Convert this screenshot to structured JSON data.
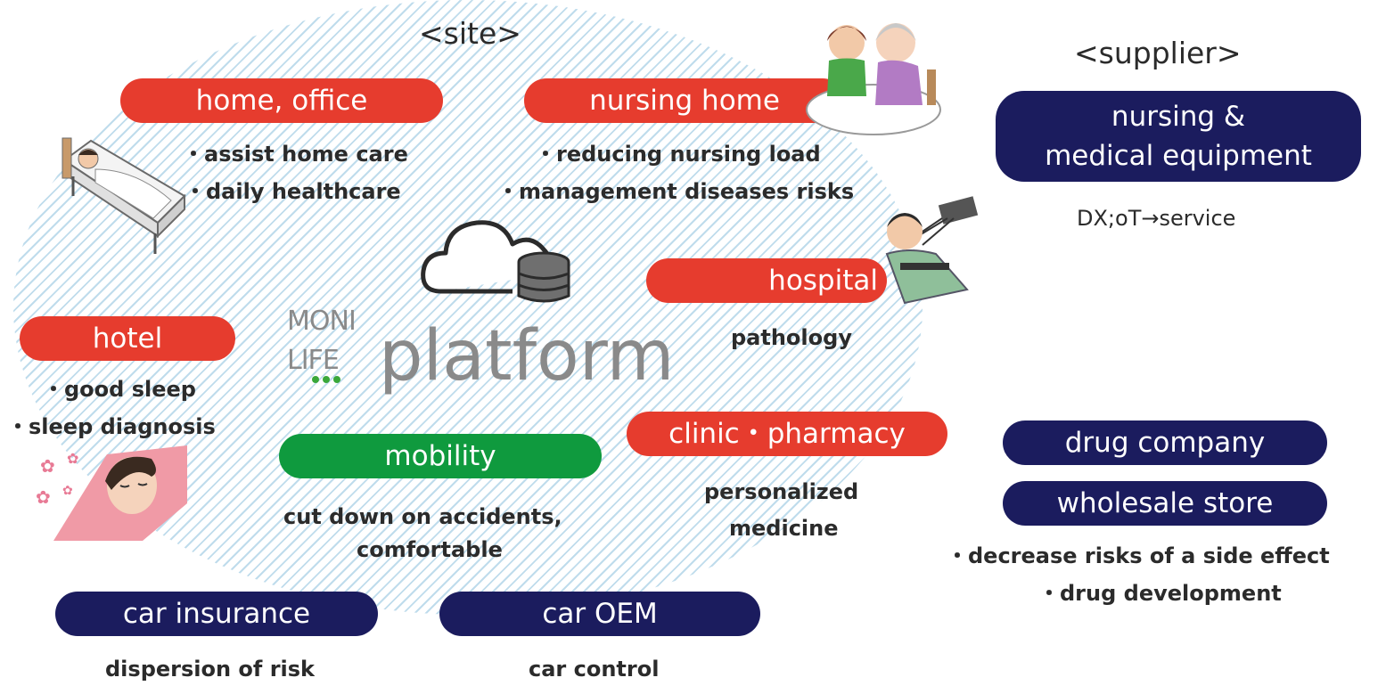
{
  "site_header": "<site>",
  "supplier_header": "<supplier>",
  "platform": {
    "logo_line1": "MONI",
    "logo_line2": "LIFE",
    "label": "platform"
  },
  "sites": {
    "home_office": {
      "label": "home, office",
      "lines": [
        "・assist home care",
        "・daily healthcare"
      ]
    },
    "nursing_home": {
      "label": "nursing home",
      "lines": [
        "・reducing nursing load",
        "・management diseases risks"
      ]
    },
    "hospital": {
      "label": "hospital",
      "lines": [
        "pathology"
      ]
    },
    "hotel": {
      "label": "hotel",
      "lines": [
        "・good sleep",
        "・sleep diagnosis"
      ]
    },
    "mobility": {
      "label": "mobility",
      "lines": [
        "cut down on accidents,",
        "comfortable"
      ]
    },
    "clinic_pharmacy": {
      "label": "clinic・pharmacy",
      "lines": [
        "personalized",
        "medicine"
      ]
    },
    "car_insurance": {
      "label": "car insurance",
      "lines": [
        "dispersion of risk"
      ]
    },
    "car_oem": {
      "label": "car OEM",
      "lines": [
        "car control"
      ]
    }
  },
  "suppliers": {
    "medical_equipment": {
      "label_line1": "nursing &",
      "label_line2": "medical equipment",
      "lines": [
        "DX;oT→service"
      ]
    },
    "drug_company": {
      "label": "drug company"
    },
    "wholesale_store": {
      "label": "wholesale store"
    },
    "drug_lines": [
      "・decrease risks of a side effect",
      "・drug development"
    ]
  },
  "colors": {
    "site_pill": "#e63c2e",
    "mobility_pill": "#0f9a3e",
    "supplier_pill": "#1b1c5e",
    "hatch": "#bfdcec"
  },
  "icons": [
    "cloud-database-icon",
    "bed-person-icon",
    "caregiver-elderly-icon",
    "hospital-patient-icon",
    "sleeping-woman-icon"
  ]
}
